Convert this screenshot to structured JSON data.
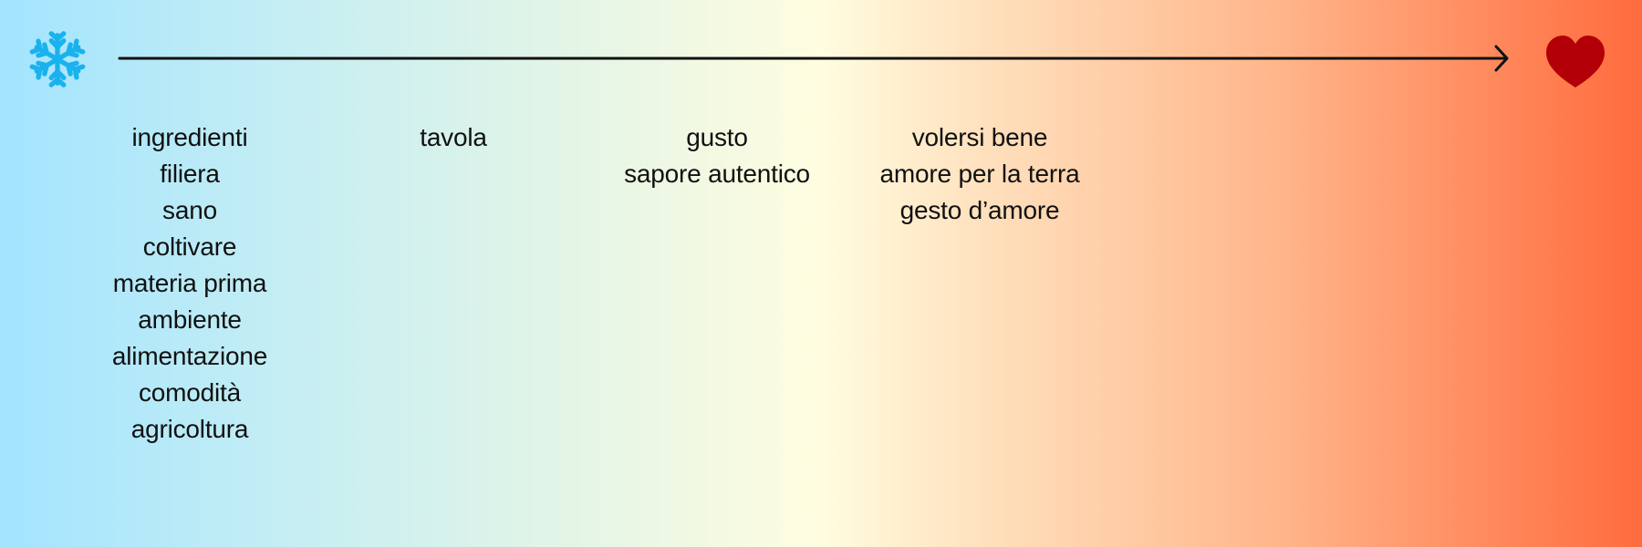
{
  "scale": {
    "start_icon": "snowflake-icon",
    "end_icon": "heart-icon",
    "colors": {
      "gradient_start": "#a3e4ff",
      "gradient_mid": "#fffde0",
      "gradient_end": "#ff6b3d",
      "snowflake": "#1ab2ee",
      "heart": "#b30008",
      "arrow": "#111111"
    }
  },
  "columns": [
    {
      "terms": [
        "ingredienti",
        "filiera",
        "sano",
        "coltivare",
        "materia prima",
        "ambiente",
        "alimentazione",
        "comodità",
        "agricoltura"
      ]
    },
    {
      "terms": [
        "tavola"
      ]
    },
    {
      "terms": [
        "gusto",
        "sapore autentico"
      ]
    },
    {
      "terms": [
        "volersi bene",
        "amore per la terra",
        "gesto d’amore"
      ]
    }
  ]
}
